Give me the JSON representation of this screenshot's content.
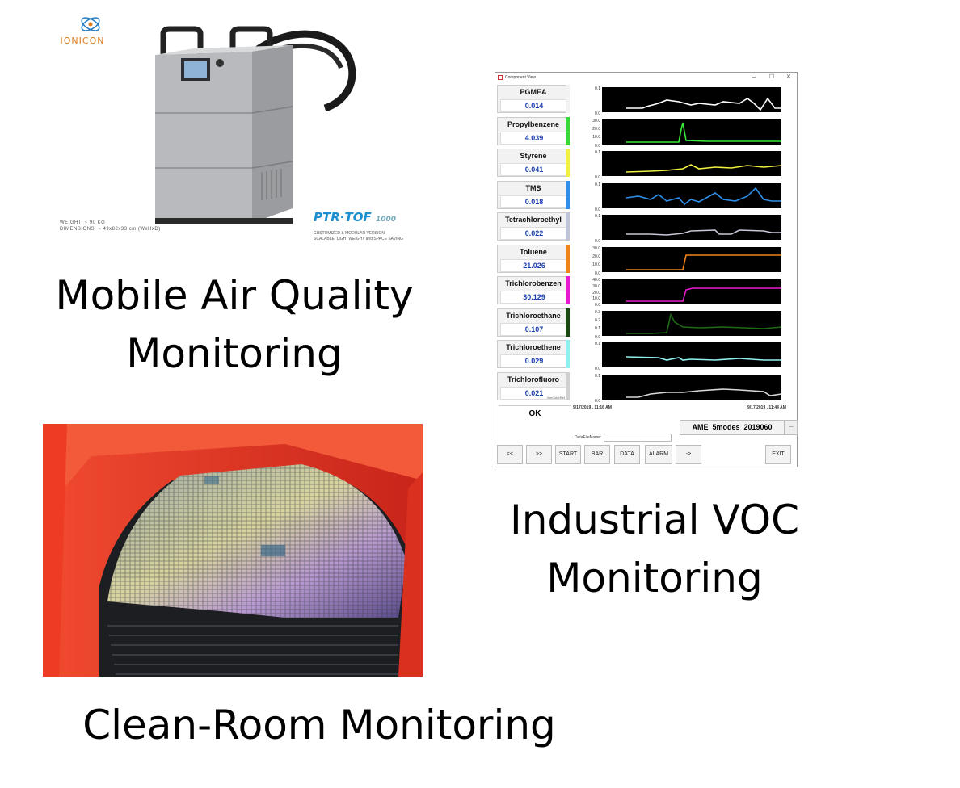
{
  "captions": {
    "mobile_line1": "Mobile Air Quality",
    "mobile_line2": "Monitoring",
    "industrial_line1": "Industrial VOC",
    "industrial_line2": "Monitoring",
    "clean_room": "Clean-Room Monitoring"
  },
  "product": {
    "logo_text": "IONICON",
    "weight": "WEIGHT: ~ 90 KG",
    "dimensions": "DIMENSIONS: ~ 49x82x33 cm (WxHxD)",
    "brand": "PTR·TOF",
    "brand_model": "1000",
    "brand_sub1": "CUSTOMIZED & MODULAR VERSION,",
    "brand_sub2": "SCALABLE, LIGHTWEIGHT and SPACE SAVING"
  },
  "window": {
    "title": "Component View",
    "min": "–",
    "max": "☐",
    "close": "✕",
    "components": [
      {
        "name": "PGMEA",
        "value": "0.014",
        "color": "#f2f2f2",
        "ticks": [
          "0.1",
          "0.0"
        ],
        "line_color": "#ffffff"
      },
      {
        "name": "Propylbenzene",
        "value": "4.039",
        "color": "#39d839",
        "ticks": [
          "30.0",
          "20.0",
          "10.0",
          "0.0"
        ],
        "line_color": "#39e839"
      },
      {
        "name": "Styrene",
        "value": "0.041",
        "color": "#f0f040",
        "ticks": [
          "0.1",
          "0.0"
        ],
        "line_color": "#f0f040"
      },
      {
        "name": "TMS",
        "value": "0.018",
        "color": "#2f8fe8",
        "ticks": [
          "0.1",
          "0.0"
        ],
        "line_color": "#2f8fe8"
      },
      {
        "name": "Tetrachloroethyl",
        "value": "0.022",
        "color": "#c0c4d8",
        "ticks": [
          "0.1",
          "0.0"
        ],
        "line_color": "#c8c8d8"
      },
      {
        "name": "Toluene",
        "value": "21.026",
        "color": "#f08418",
        "ticks": [
          "30.0",
          "20.0",
          "10.0",
          "0.0"
        ],
        "line_color": "#f08418"
      },
      {
        "name": "Trichlorobenzen",
        "value": "30.129",
        "color": "#e81ad0",
        "ticks": [
          "40.0",
          "30.0",
          "20.0",
          "10.0",
          "0.0"
        ],
        "line_color": "#e81ad0"
      },
      {
        "name": "Trichloroethane",
        "value": "0.107",
        "color": "#1a4a10",
        "ticks": [
          "0.3",
          "0.2",
          "0.1",
          "0.0"
        ],
        "line_color": "#1f6a14"
      },
      {
        "name": "Trichloroethene",
        "value": "0.029",
        "color": "#8ff0f0",
        "ticks": [
          "0.1",
          "0.0"
        ],
        "line_color": "#8ff0f0"
      },
      {
        "name": "Trichlorofluoro",
        "value": "0.021",
        "color": "#d0d0d0",
        "ticks": [
          "0.1",
          "0.0"
        ],
        "line_color": "#d8d8d8"
      }
    ],
    "line_color_ref": "lineColorRef",
    "start_time": "9/17/2019 , 11:16 AM",
    "end_time": "9/17/2019 , 11:44 AM",
    "status": "OK",
    "file_select": "AME_5modes_2019060",
    "file_button": "...",
    "datafile_label": "DataFileName:",
    "buttons": [
      "<<",
      ">>",
      "START",
      "BAR",
      "DATA",
      "ALARM",
      "->",
      "EXIT"
    ]
  }
}
